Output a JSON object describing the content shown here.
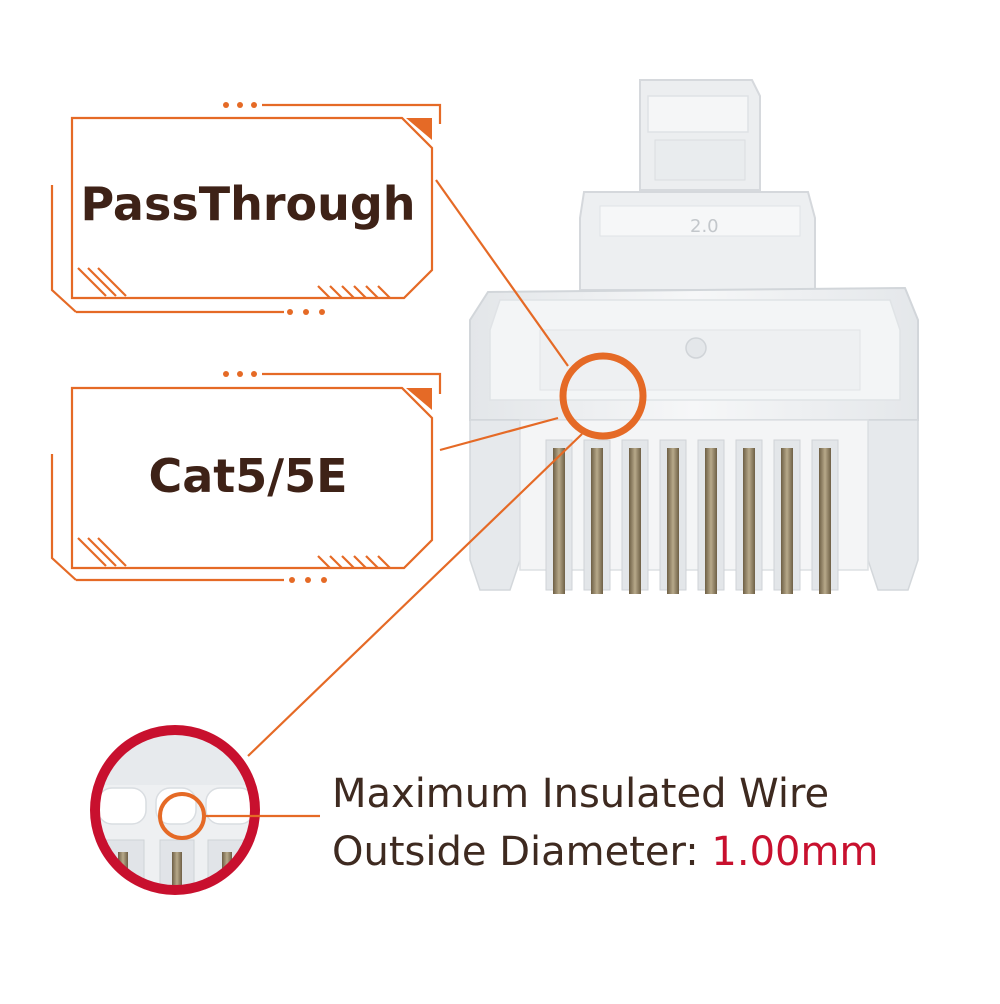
{
  "callouts": {
    "passthrough": "PassThrough",
    "category": "Cat5/5E"
  },
  "detail": {
    "line1": "Maximum Insulated Wire",
    "line2_prefix": "Outside Diameter: ",
    "line2_value": "1.00mm"
  },
  "colors": {
    "frame_orange": "#e56a26",
    "text_brown": "#3e2217",
    "value_red": "#c8102e",
    "detail_ring_red": "#c8102e",
    "pin_gold": "#8a7a5e",
    "connector_clear": "#eef0f2"
  }
}
